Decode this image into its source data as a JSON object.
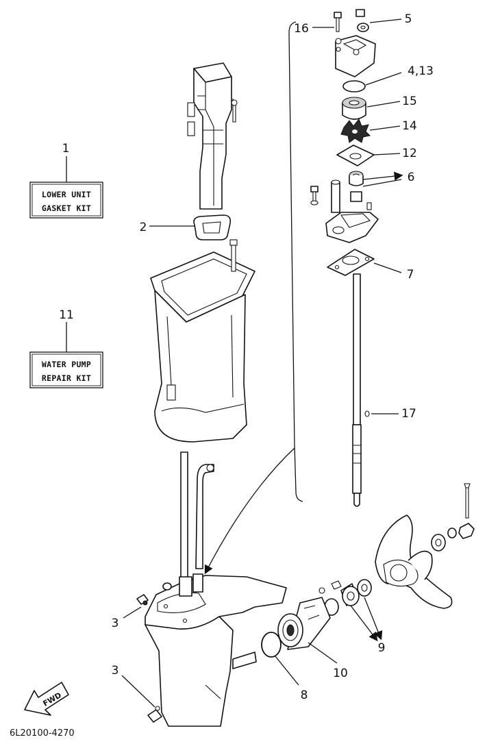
{
  "kits": {
    "lower_unit": {
      "ref": "1",
      "line1": "LOWER UNIT",
      "line2": "GASKET KIT"
    },
    "water_pump": {
      "ref": "11",
      "line1": "WATER PUMP",
      "line2": "REPAIR KIT"
    }
  },
  "callouts": {
    "c16": "16",
    "c5": "5",
    "c4_13": "4,13",
    "c15": "15",
    "c14": "14",
    "c12": "12",
    "c6": "6",
    "c7": "7",
    "c17": "17",
    "c2": "2",
    "c3a": "3",
    "c3b": "3",
    "c9": "9",
    "c10": "10",
    "c8": "8"
  },
  "direction_label": "FWD",
  "diagram_code": "6L20100-4270"
}
